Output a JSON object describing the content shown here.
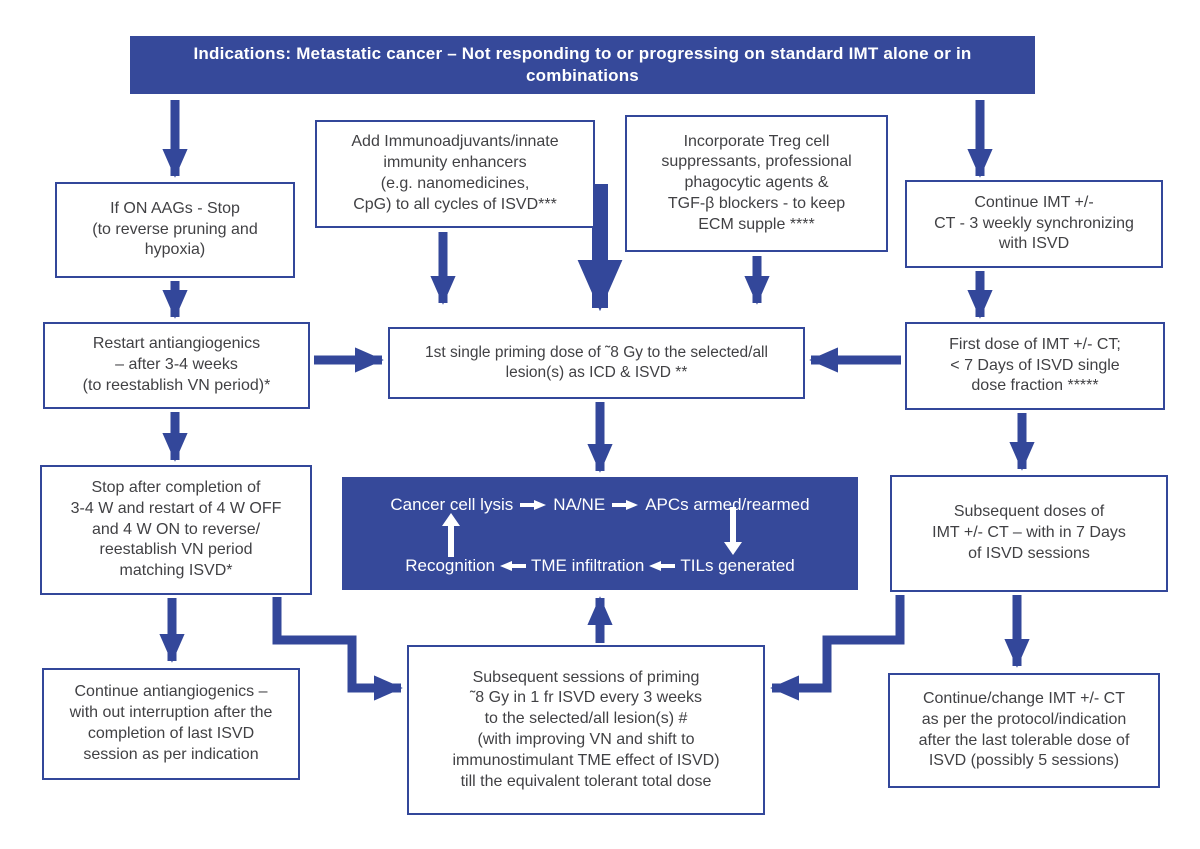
{
  "colors": {
    "brand_blue": "#36499a",
    "border_blue": "#33479a",
    "text_gray": "#414144",
    "white": "#ffffff"
  },
  "title": "Indications: Metastatic cancer – Not responding to or progressing on standard IMT  alone or in combinations",
  "nodes": {
    "if_on_aags": "If ON AAGs - Stop\n(to reverse pruning and\nhypoxia)",
    "add_immunoadjuvants": "Add Immunoadjuvants/innate\nimmunity enhancers\n(e.g. nanomedicines,\nCpG) to all cycles of ISVD***",
    "treg_suppressants": "Incorporate Treg cell\nsuppressants, professional\nphagocytic agents &\nTGF-β blockers - to keep\nECM supple ****",
    "continue_imt": "Continue IMT  +/-\nCT - 3 weekly synchronizing\nwith ISVD",
    "restart_antiangiogenics": "Restart antiangiogenics\n– after 3-4 weeks\n(to reestablish VN period)*",
    "first_priming_dose": "1st single priming dose of  ˜8 Gy to the selected/all\nlesion(s) as ICD & ISVD **",
    "first_dose_imt": "First dose of IMT +/- CT;\n< 7 Days of  ISVD single\ndose fraction *****",
    "stop_after_completion": "Stop after completion of\n3-4 W and restart of 4 W OFF\nand 4 W ON  to reverse/\nreestablish VN period\nmatching ISVD*",
    "subsequent_doses_imt": "Subsequent doses of\nIMT +/- CT – with in 7 Days\nof ISVD sessions",
    "continue_antiangiogenics": "Continue antiangiogenics –\nwith out interruption after the\ncompletion of last ISVD\nsession as per indication",
    "subsequent_sessions": "Subsequent sessions of priming\n˜8 Gy in 1 fr ISVD every 3 weeks\nto the selected/all lesion(s) #\n(with improving VN and shift to\nimmunostimulant TME effect of ISVD)\ntill the equivalent tolerant total dose",
    "continue_change_imt": "Continue/change  IMT +/- CT\nas per the protocol/indication\nafter the last tolerable dose of\nISVD (possibly 5 sessions)"
  },
  "cycle": {
    "top": [
      "Cancer cell lysis",
      "NA/NE",
      "APCs armed/rearmed"
    ],
    "bottom": [
      "Recognition",
      "TME infiltration",
      "TILs generated"
    ]
  }
}
